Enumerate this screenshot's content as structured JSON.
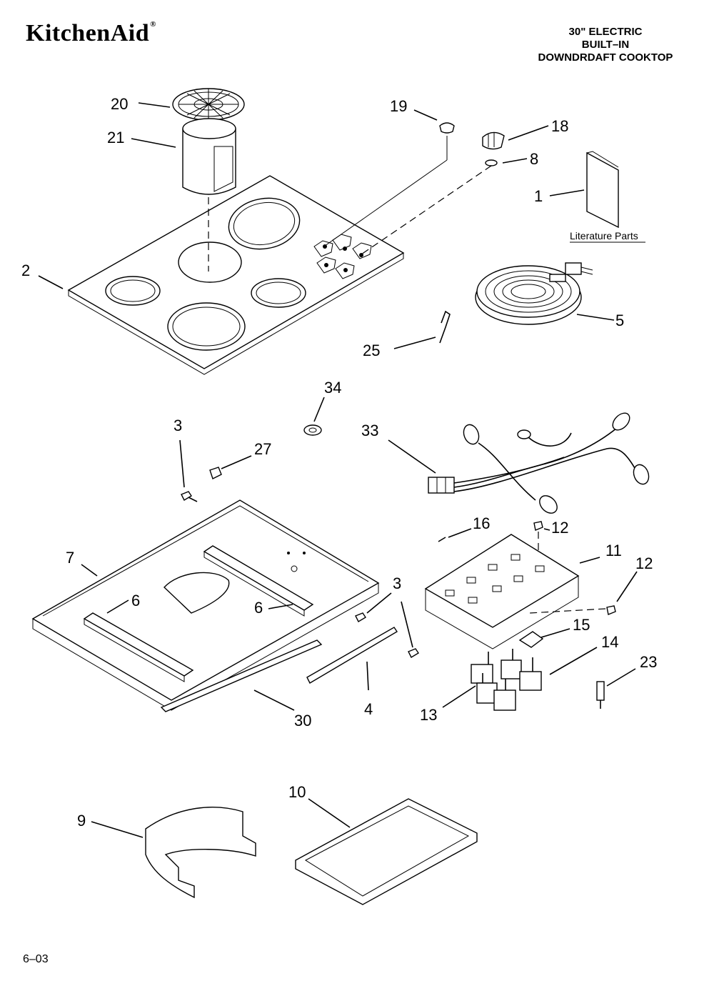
{
  "brand": {
    "logo_text": "KitchenAid",
    "logo_mark": "®"
  },
  "header": {
    "lines": [
      "30\" ELECTRIC",
      "BUILT–IN",
      "DOWNDRDAFT COOKTOP"
    ]
  },
  "literature_label": "Literature Parts",
  "footer": {
    "code": "6–03"
  },
  "callouts": {
    "c1": "1",
    "c2": "2",
    "c3a": "3",
    "c3b": "3",
    "c4": "4",
    "c5": "5",
    "c6a": "6",
    "c6b": "6",
    "c7": "7",
    "c8": "8",
    "c9": "9",
    "c10": "10",
    "c11": "11",
    "c12a": "12",
    "c12b": "12",
    "c13": "13",
    "c14": "14",
    "c15": "15",
    "c16": "16",
    "c18": "18",
    "c19": "19",
    "c20": "20",
    "c21": "21",
    "c23": "23",
    "c25": "25",
    "c27": "27",
    "c30": "30",
    "c33": "33",
    "c34": "34"
  }
}
